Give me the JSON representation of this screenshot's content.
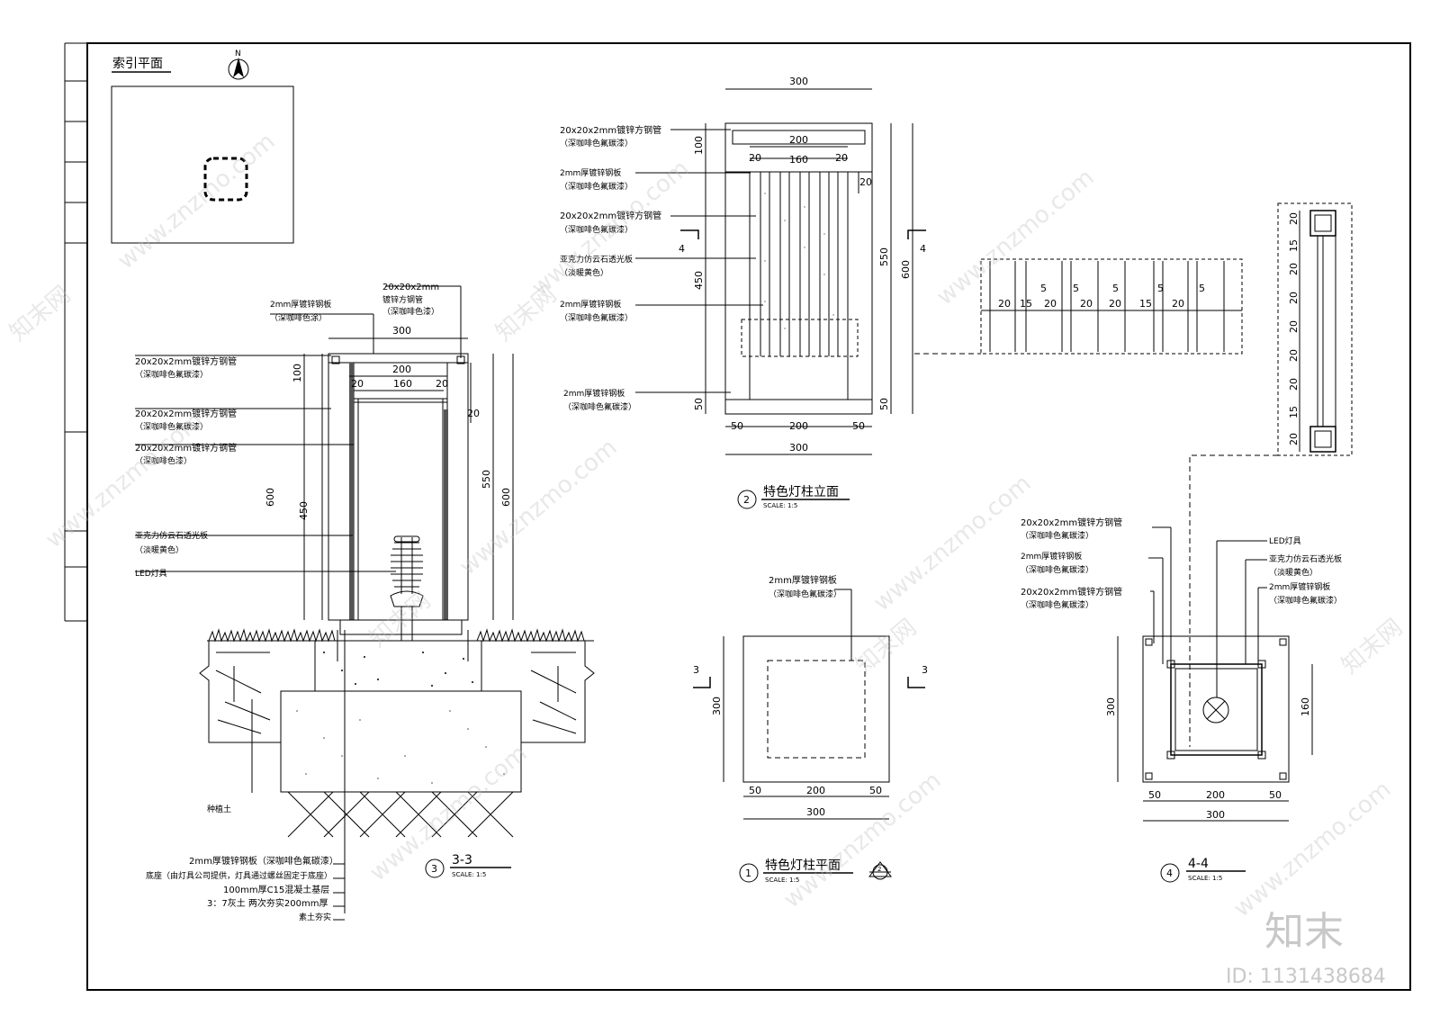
{
  "index_plan": {
    "title": "索引平面",
    "north": "N"
  },
  "section33": {
    "labels_left": [
      "2mm厚镀锌钢板",
      "（深咖啡色涂）",
      "20x20x2mm镀锌方钢管",
      "（深咖啡色氟碳漆）",
      "20x20x2mm镀锌方钢管",
      "（深咖啡色氟碳漆）",
      "20x20x2mm镀锌方钢管",
      "（深咖啡色漆）",
      "亚克力仿云石透光板",
      "（淡暖黄色）",
      "LED灯具",
      "种植土"
    ],
    "label_top": [
      "20x20x2mm",
      "镀锌方钢管",
      "（深咖啡色漆）"
    ],
    "labels_bottom": [
      "2mm厚镀锌钢板（深咖啡色氟碳漆）",
      "底座（由灯具公司提供，灯具通过螺丝固定于底座）",
      "100mm厚C15混凝土基层",
      "3：7灰土 两次夯实200mm厚",
      "素土夯实"
    ],
    "dims": [
      "300",
      "200",
      "20",
      "160",
      "20",
      "100",
      "20",
      "600",
      "450",
      "550",
      "600"
    ],
    "title_num": "3",
    "title": "3-3",
    "scale": "SCALE:   1:5"
  },
  "elevation": {
    "labels": [
      "20x20x2mm镀锌方钢管",
      "（深咖啡色氟碳漆）",
      "2mm厚镀锌钢板",
      "（深咖啡色氟碳漆）",
      "20x20x2mm镀锌方钢管",
      "（深咖啡色氟碳漆）",
      "亚克力仿云石透光板",
      "（淡暖黄色）",
      "2mm厚镀锌钢板",
      "（深咖啡色氟碳漆）",
      "2mm厚镀锌钢板",
      "（深咖啡色氟碳漆）"
    ],
    "dims": [
      "300",
      "200",
      "20",
      "160",
      "20",
      "100",
      "20",
      "450",
      "550",
      "600",
      "50",
      "50",
      "50",
      "200",
      "50",
      "300"
    ],
    "cut": "4",
    "title_num": "2",
    "title": "特色灯柱立面",
    "scale": "SCALE:   1:5"
  },
  "detail_row": {
    "dims": [
      "20",
      "15",
      "20",
      "20",
      "20",
      "15",
      "20",
      "5",
      "5",
      "5",
      "5",
      "5"
    ]
  },
  "detail_col": {
    "dims": [
      "20",
      "15",
      "20",
      "20",
      "20",
      "20",
      "20",
      "15",
      "20"
    ]
  },
  "plan": {
    "label": [
      "2mm厚镀锌钢板",
      "（深咖啡色氟碳漆）"
    ],
    "dims": [
      "300",
      "50",
      "200",
      "50",
      "300"
    ],
    "cut": "3",
    "title_num": "1",
    "title": "特色灯柱平面",
    "scale": "SCALE:   1:5",
    "mark": "2"
  },
  "section44": {
    "labels_left": [
      "20x20x2mm镀锌方钢管",
      "（深咖啡色氟碳漆）",
      "2mm厚镀锌钢板",
      "（深咖啡色氟碳漆）",
      "20x20x2mm镀锌方钢管",
      "（深咖啡色氟碳漆）"
    ],
    "labels_right": [
      "LED灯具",
      "亚克力仿云石透光板",
      "（淡暖黄色）",
      "2mm厚镀锌钢板",
      "（深咖啡色氟碳漆）"
    ],
    "dims": [
      "300",
      "160",
      "50",
      "200",
      "50",
      "300"
    ],
    "title_num": "4",
    "title": "4-4",
    "scale": "SCALE:   1:5"
  },
  "watermark": {
    "site": "www.znzmo.com",
    "brand": "知末网",
    "logo": "知末",
    "id": "ID: 1131438684"
  }
}
